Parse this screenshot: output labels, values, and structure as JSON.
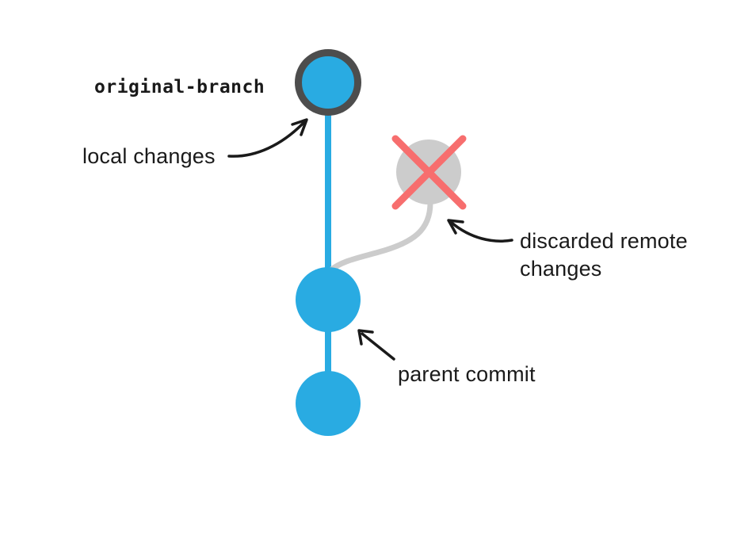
{
  "diagram": {
    "title": "git branch diagram with discarded remote changes",
    "labels": {
      "branch_name": "original-branch",
      "local_changes": "local changes",
      "discarded_remote_changes": "discarded remote changes",
      "parent_commit": "parent commit"
    },
    "nodes": [
      {
        "name": "local-changes-commit",
        "type": "head-commit",
        "color": "#29abe2",
        "ring": "#4d4d4d"
      },
      {
        "name": "discarded-remote-commit",
        "type": "discarded-commit",
        "color": "#cccccc",
        "mark": "x-mark"
      },
      {
        "name": "parent-commit",
        "type": "commit",
        "color": "#29abe2"
      },
      {
        "name": "earlier-commit",
        "type": "commit",
        "color": "#29abe2"
      }
    ]
  },
  "colors": {
    "commit_blue": "#29abe2",
    "ring_dark": "#4d4d4d",
    "discarded_gray": "#cccccc",
    "x_red": "#f76e6e",
    "arrow_black": "#1a1a1a",
    "text_black": "#1a1a1a",
    "background": "#ffffff"
  }
}
